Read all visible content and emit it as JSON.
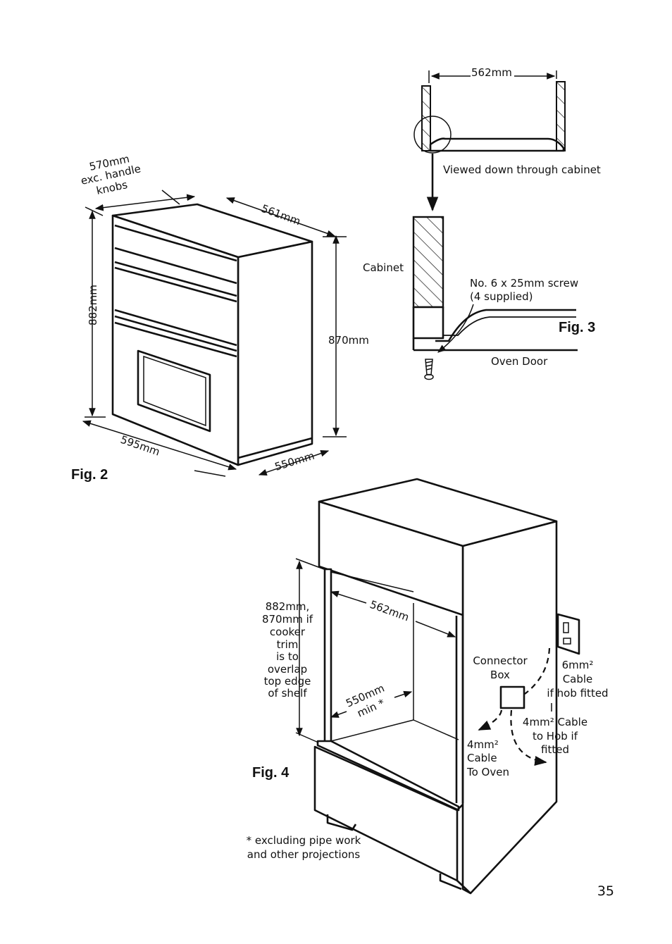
{
  "fig2": {
    "caption": "Fig. 2",
    "depth_label": [
      "570mm",
      "exc. handle",
      "knobs"
    ],
    "top_depth": "561mm",
    "height_front": "882mm",
    "height_side": "870mm",
    "width_front": "595mm",
    "width_base": "550mm"
  },
  "fig3": {
    "caption": "Fig. 3",
    "width": "562mm",
    "view_note": "Viewed down through cabinet",
    "cabinet": "Cabinet",
    "screw": [
      "No. 6 x 25mm screw",
      "(4 supplied)"
    ],
    "oven_door": "Oven Door"
  },
  "fig4": {
    "caption": "Fig. 4",
    "width": "562mm",
    "depth": [
      "550mm",
      "min *"
    ],
    "height_note": [
      "882mm,",
      "870mm if",
      "cooker",
      "trim",
      "is to",
      "overlap",
      "top edge",
      "of shelf"
    ],
    "connector": [
      "Connector",
      "Box"
    ],
    "cable6": [
      "6mm²",
      "Cable",
      "if hob fitted"
    ],
    "cable_hob": [
      "4mm² Cable",
      "to Hob if",
      "fitted"
    ],
    "cable_oven": [
      "4mm²",
      "Cable",
      "To Oven"
    ],
    "footnote": [
      "* excluding pipe work",
      "and other projections"
    ]
  },
  "page_number": "35"
}
